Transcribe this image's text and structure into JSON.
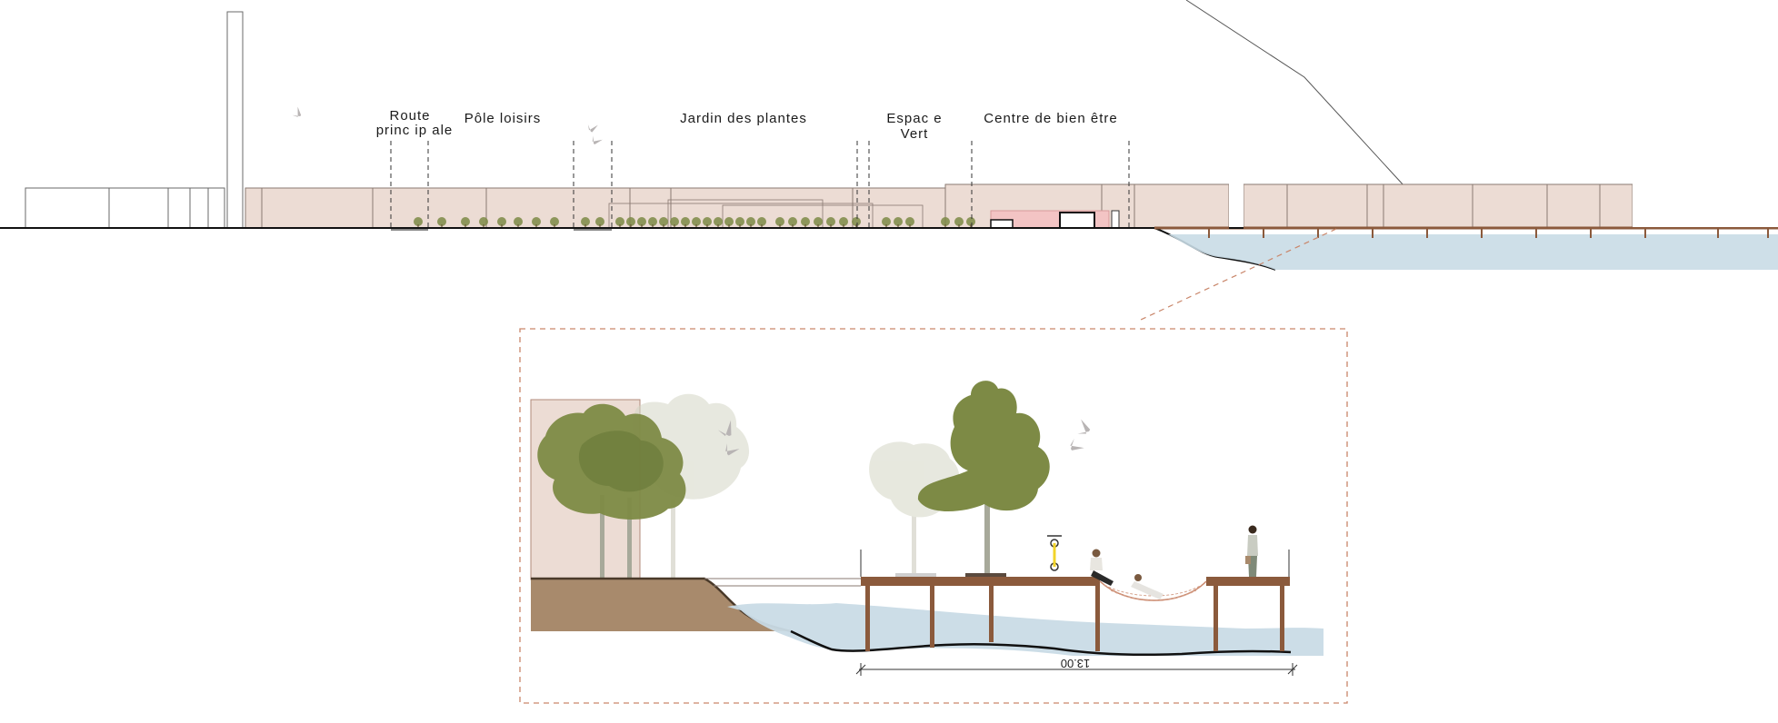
{
  "zones": {
    "route_principale_line1": "Route",
    "route_principale_line2": "princ ip ale",
    "pole_loisirs": "Pôle loisirs",
    "jardin_des_plantes": "Jardin des plantes",
    "espace_vert_line1": "Espac e",
    "espace_vert_line2": "Vert",
    "centre_bien_etre": "Centre de  bien être"
  },
  "detail": {
    "dimension_label": "13.00"
  },
  "colors": {
    "building_fill": "#ecdcd4",
    "building_stroke": "#8a7a72",
    "water": "#c9dbe6",
    "timber": "#8b5a3c",
    "soil": "#a88a6c",
    "detail_frame": "#c9866a",
    "tree_green": "#7d8a45",
    "tree_faded": "#d4d6c4",
    "pink_building": "#f3c4c4"
  },
  "icons": [
    "tree-icon",
    "bird-icon",
    "bicycle-icon",
    "person-icon",
    "hammock-icon"
  ]
}
